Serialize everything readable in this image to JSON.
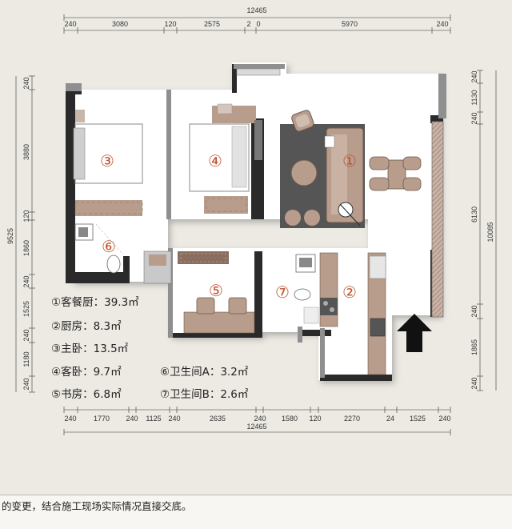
{
  "dimensions": {
    "top_total": "12465",
    "top_segments": [
      "240",
      "3080",
      "120",
      "2575",
      "2",
      "0",
      "5970",
      "240"
    ],
    "bottom_total": "12465",
    "bottom_segments": [
      "240",
      "1770",
      "240",
      "1125",
      "240",
      "2635",
      "240",
      "1580",
      "120",
      "2270",
      "24",
      "1525",
      "240"
    ],
    "left_total": "9525",
    "left_segments": [
      "240",
      "3880",
      "120",
      "1860",
      "240",
      "1525",
      "240",
      "1180",
      "240"
    ],
    "right_total": "10085",
    "right_segments": [
      "240",
      "1130",
      "240",
      "6130",
      "240",
      "1865",
      "240"
    ]
  },
  "room_markers": [
    "①",
    "②",
    "③",
    "④",
    "⑤",
    "⑥",
    "⑦"
  ],
  "legend": [
    "①客餐厨：39.3㎡",
    "②厨房：8.3㎡",
    "③主卧：13.5㎡",
    "④客卧：9.7㎡",
    "⑤书房：6.8㎡",
    "⑥卫生间A：3.2㎡",
    "⑦卫生间B：2.6㎡"
  ],
  "footer_note": "的变更，结合施工现场实际情况直接交底。",
  "colors": {
    "wall": "#2a2a2a",
    "floor": "#ffffff",
    "marker": "#c0532c",
    "accent_wood": "#b89c8c",
    "rug": "#555555",
    "entry_arrow": "#111111"
  }
}
